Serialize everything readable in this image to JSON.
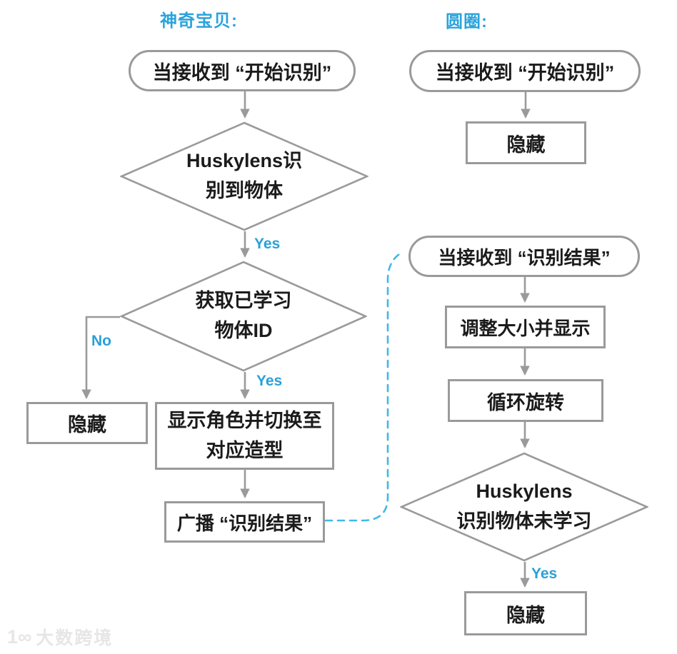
{
  "colors": {
    "accent_blue": "#2aa3dc",
    "line_gray": "#9a9a9a",
    "dashed_cyan": "#3fb9e6",
    "text_black": "#1b1b1b",
    "watermark_gray": "#e6e6e6"
  },
  "headers": {
    "left": "神奇宝贝:",
    "right": "圆圈:"
  },
  "left_flow": {
    "start": "当接收到 “开始识别”",
    "decision1_line1": "Huskylens识",
    "decision1_line2": "别到物体",
    "yes1": "Yes",
    "decision2_line1": "获取已学习",
    "decision2_line2": "物体ID",
    "no": "No",
    "yes2": "Yes",
    "hide": "隐藏",
    "show_line1": "显示角色并切换至",
    "show_line2": "对应造型",
    "broadcast": "广播 “识别结果”"
  },
  "right_flow": {
    "start1": "当接收到 “开始识别”",
    "hide1": "隐藏",
    "start2": "当接收到 “识别结果”",
    "resize": "调整大小并显示",
    "rotate": "循环旋转",
    "decision_line1": "Huskylens",
    "decision_line2": "识别物体未学习",
    "yes": "Yes",
    "hide2": "隐藏"
  },
  "watermark": {
    "logo": "1∞",
    "text": "大数跨境"
  }
}
